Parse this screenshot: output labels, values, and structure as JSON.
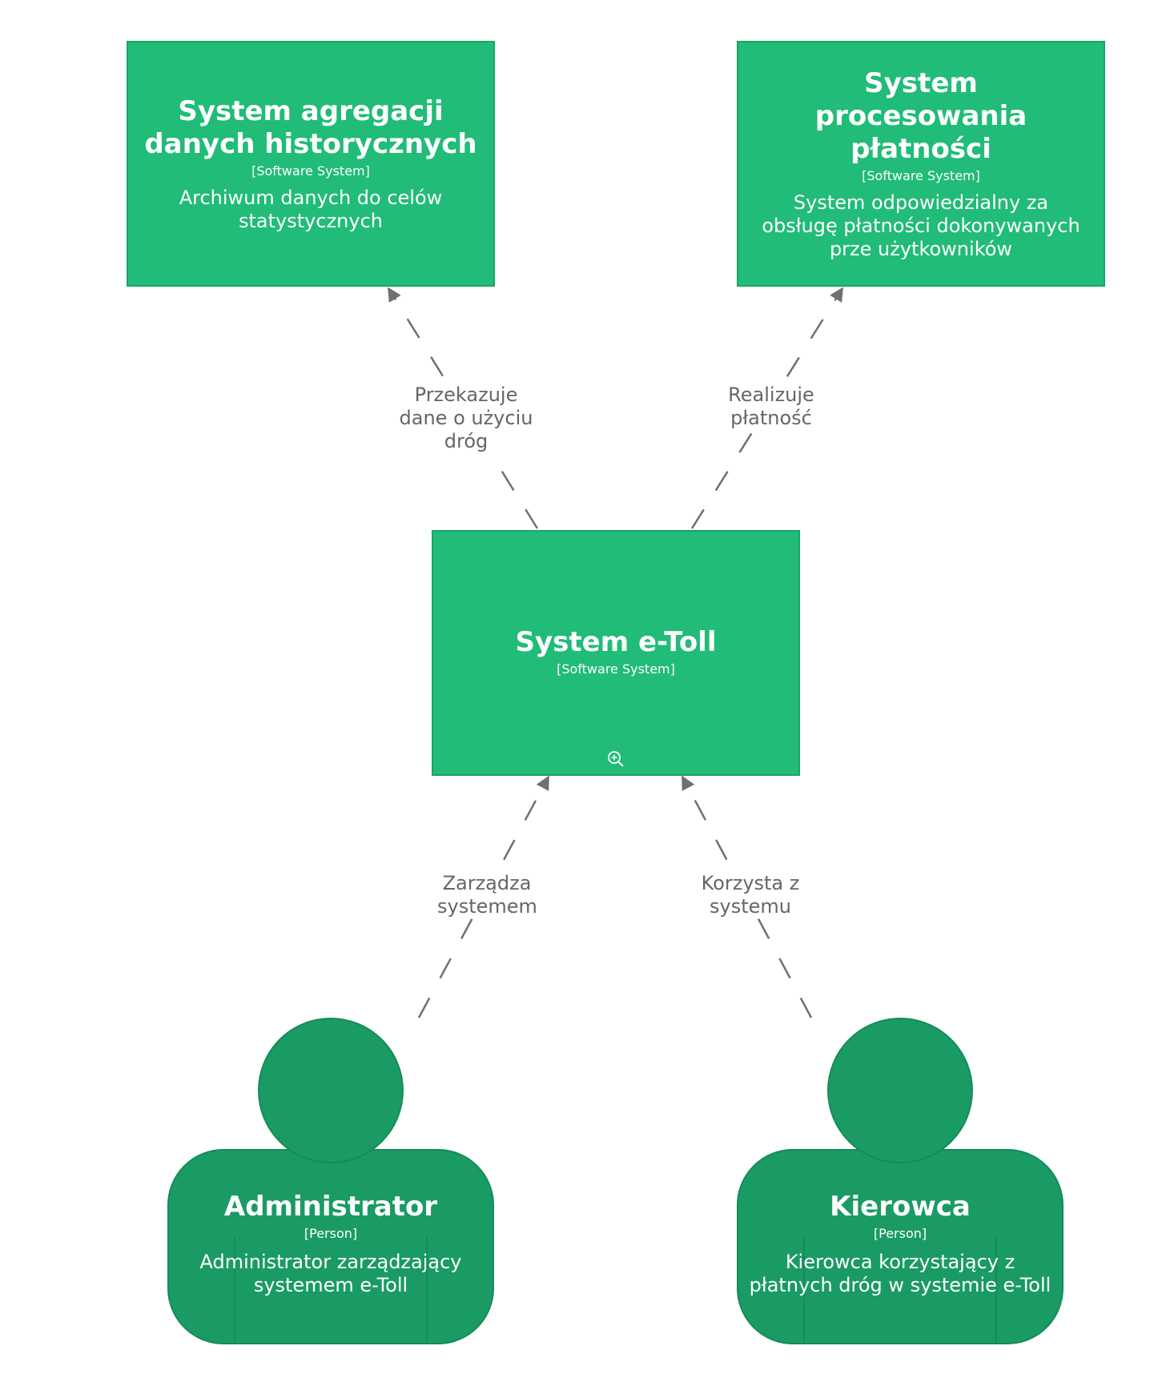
{
  "systems": {
    "aggregation": {
      "title": "System agregacji danych historycznych",
      "tech": "[Software System]",
      "desc": "Archiwum danych do celów statystycznych"
    },
    "payment": {
      "title": "System procesowania płatności",
      "tech": "[Software System]",
      "desc": "System odpowiedzialny za obsługę płatności dokonywanych prze użytkowników"
    },
    "etoll": {
      "title": "System e-Toll",
      "tech": "[Software System]",
      "zoom_icon": "zoom-in-icon"
    }
  },
  "persons": {
    "admin": {
      "title": "Administrator",
      "tech": "[Person]",
      "desc": "Administrator zarządzający systemem e-Toll"
    },
    "driver": {
      "title": "Kierowca",
      "tech": "[Person]",
      "desc": "Kierowca korzystający z płatnych dróg w systemie e-Toll"
    }
  },
  "relations": {
    "etoll_to_aggregation": "Przekazuje dane o użyciu dróg",
    "etoll_to_payment": "Realizuje płatność",
    "admin_to_etoll": "Zarządza systemem",
    "driver_to_etoll": "Korzysta z systemu"
  },
  "colors": {
    "system_fill": "#21bc78",
    "person_fill": "#1a9b64",
    "edge": "#707070",
    "label_text": "#666666"
  }
}
